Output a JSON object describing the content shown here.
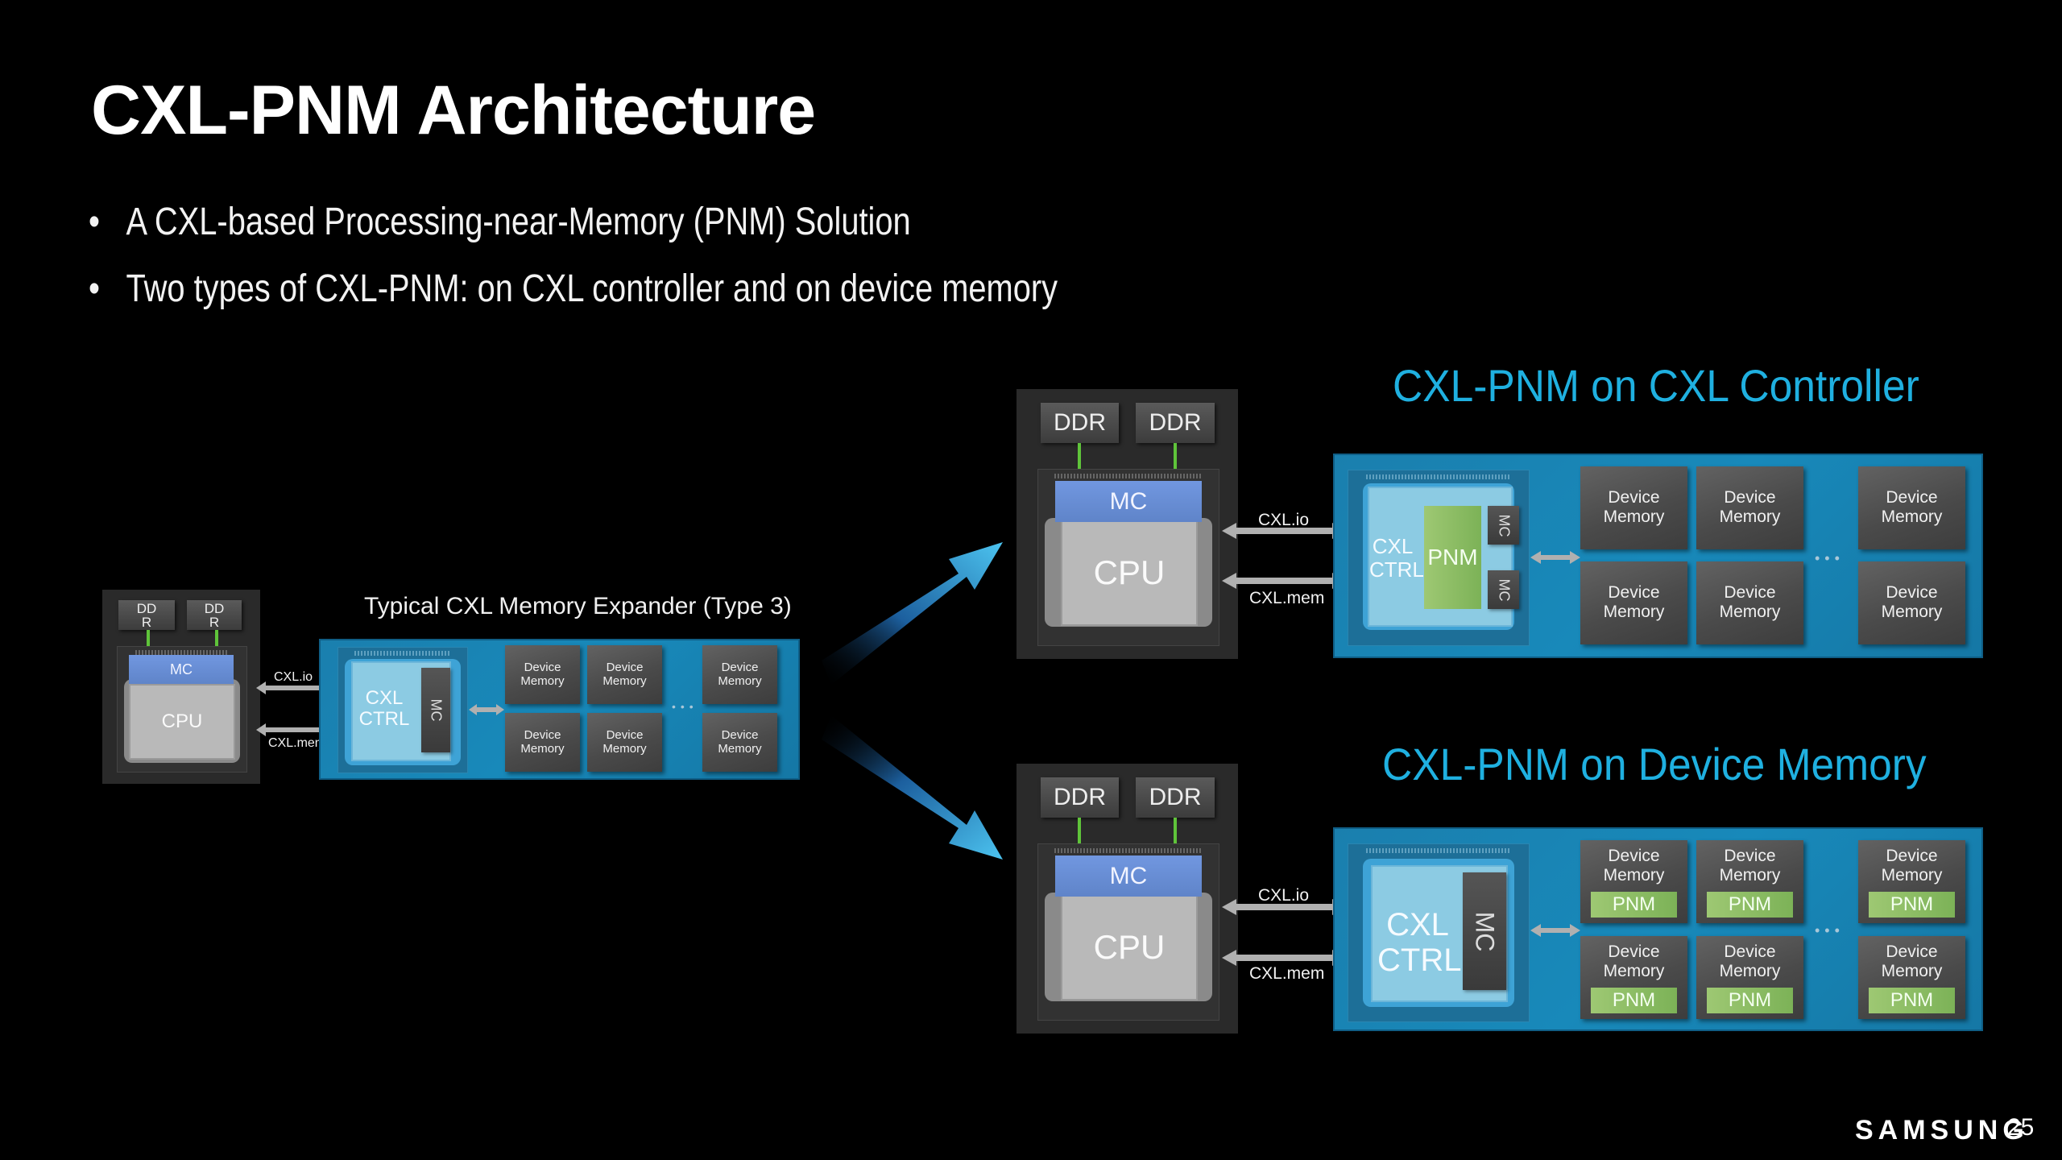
{
  "slide": {
    "title": "CXL-PNM Architecture",
    "bullets": [
      "A CXL-based Processing-near-Memory (PNM) Solution",
      "Two types of CXL-PNM: on CXL controller and on device memory"
    ],
    "bullet_glyph": "•",
    "page_number": "25",
    "brand": "SAMSUNG"
  },
  "colors": {
    "accent_heading": "#1fb0e0",
    "panel_blue": "#1889ba",
    "mc_blue": "#6a8fd6",
    "pnm_green": "#8cbe65",
    "ddr_link_green": "#5fc43a",
    "background": "#000000"
  },
  "typical": {
    "label": "Typical CXL Memory Expander (Type 3)",
    "host": {
      "ddr": [
        "DD R",
        "DD R"
      ],
      "mc": "MC",
      "cpu": "CPU"
    },
    "links": {
      "io": "CXL.io",
      "mem": "CXL.mem"
    },
    "controller": {
      "line1": "CXL",
      "line2": "CTRL",
      "mc": "MC"
    },
    "device_memory": {
      "line1": "Device",
      "line2": "Memory"
    },
    "ellipsis": "•••"
  },
  "pnm_on_controller": {
    "heading": "CXL-PNM on CXL Controller",
    "host": {
      "ddr": [
        "DDR",
        "DDR"
      ],
      "mc": "MC",
      "cpu": "CPU"
    },
    "links": {
      "io": "CXL.io",
      "mem": "CXL.mem"
    },
    "controller": {
      "line1": "CXL",
      "line2": "CTRL",
      "pnm": "PNM",
      "mc_top": "MC",
      "mc_bottom": "MC"
    },
    "device_memory": {
      "line1": "Device",
      "line2": "Memory"
    },
    "ellipsis": "•••"
  },
  "pnm_on_device_memory": {
    "heading": "CXL-PNM on Device Memory",
    "host": {
      "ddr": [
        "DDR",
        "DDR"
      ],
      "mc": "MC",
      "cpu": "CPU"
    },
    "links": {
      "io": "CXL.io",
      "mem": "CXL.mem"
    },
    "controller": {
      "line1": "CXL",
      "line2": "CTRL",
      "mc": "MC"
    },
    "device_memory": {
      "line1": "Device",
      "line2": "Memory",
      "pnm": "PNM"
    },
    "ellipsis": "•••"
  }
}
